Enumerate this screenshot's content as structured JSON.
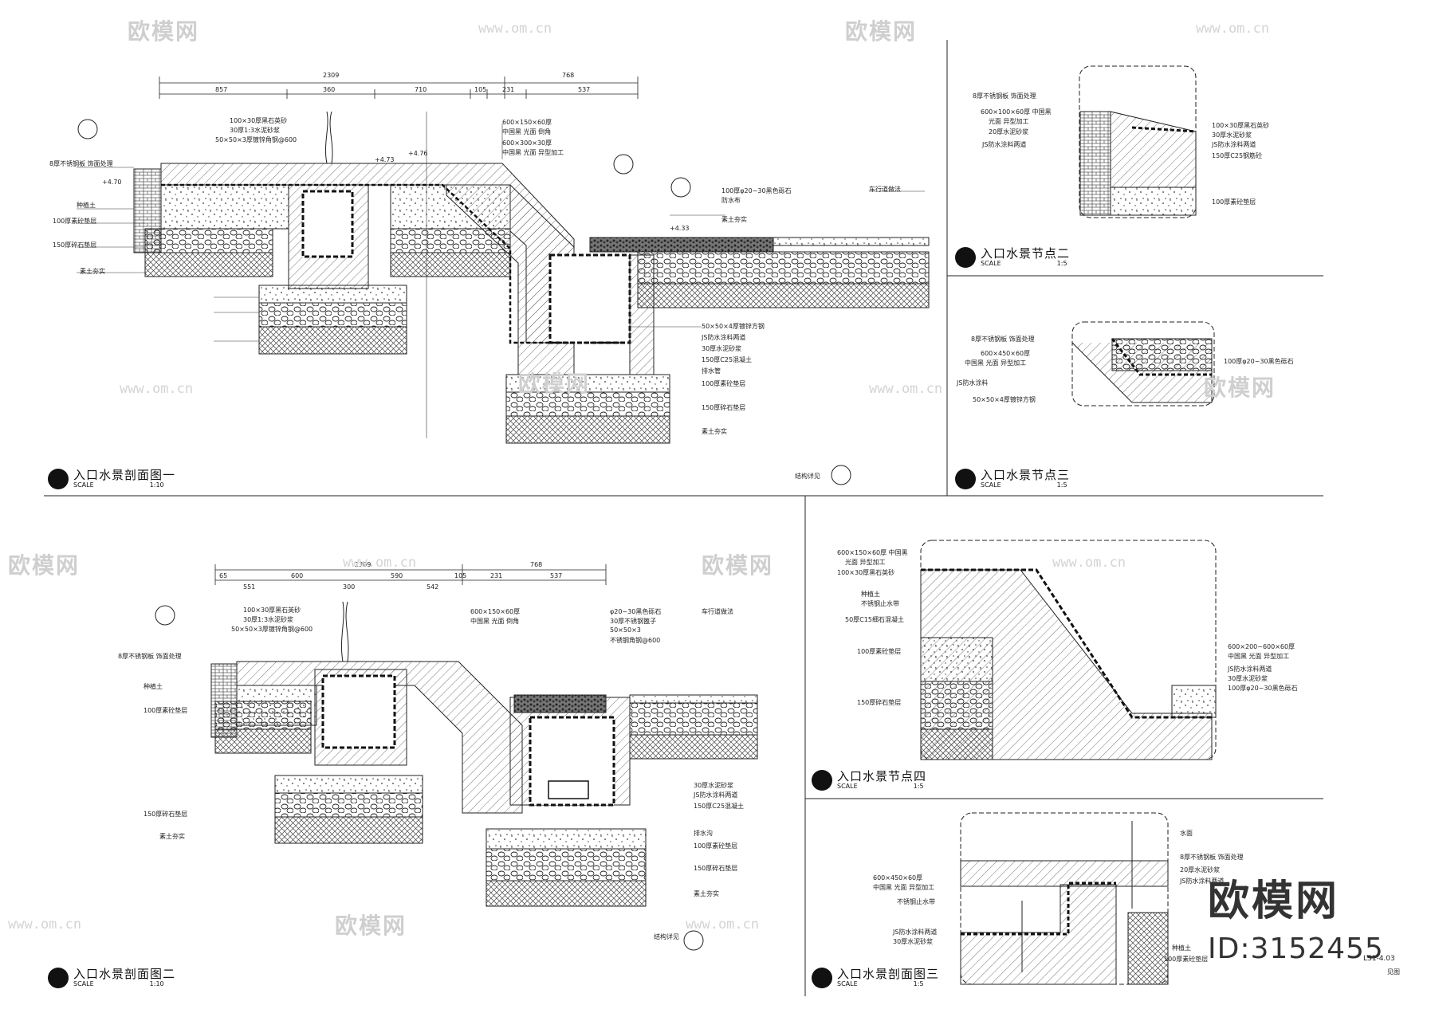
{
  "views": [
    {
      "name": "入口水景剖面图一",
      "scale_label": "SCALE",
      "scale": "1:10"
    },
    {
      "name": "入口水景节点二",
      "scale_label": "SCALE",
      "scale": "1:5"
    },
    {
      "name": "入口水景节点三",
      "scale_label": "SCALE",
      "scale": "1:5"
    },
    {
      "name": "入口水景剖面图二",
      "scale_label": "SCALE",
      "scale": "1:10"
    },
    {
      "name": "入口水景节点四",
      "scale_label": "SCALE",
      "scale": "1:5"
    },
    {
      "name": "入口水景剖面图三",
      "scale_label": "SCALE",
      "scale": "1:5"
    }
  ],
  "dimensions": {
    "s1_total": [
      "2309",
      "768"
    ],
    "s1_parts": [
      "857",
      "360",
      "710",
      "105",
      "231",
      "537"
    ],
    "s2_total": [
      "2309",
      "768"
    ],
    "s2_parts": [
      "65",
      "551",
      "600",
      "300",
      "590",
      "542",
      "105",
      "231",
      "537"
    ]
  },
  "elevations": [
    "+4.70",
    "+4.73",
    "+4.76",
    "+4.33"
  ],
  "labels": {
    "s1": [
      "100×30厚黑石英砂",
      "30厚1:3水泥砂浆",
      "50×50×3厚镀锌角钢@600",
      "8厚不锈钢板 饰面处理",
      "种植土",
      "100厚素砼垫层",
      "150厚碎石垫层",
      "素土夯实",
      "600×150×60厚",
      "中国黑 光面 倒角",
      "600×300×30厚",
      "中国黑 光面 异型加工",
      "100厚φ20~30黑色砾石",
      "防水布",
      "素土夯实",
      "车行道做法",
      "50×50×4厚镀锌方钢",
      "JS防水涂料两道",
      "30厚水泥砂浆",
      "150厚C25混凝土",
      "排水管",
      "100厚素砼垫层",
      "150厚碎石垫层",
      "素土夯实",
      "结构详见"
    ],
    "s2": [
      "100×30厚黑石英砂",
      "30厚1:3水泥砂浆",
      "50×50×3厚镀锌角钢@600",
      "8厚不锈钢板 饰面处理",
      "种植土",
      "100厚素砼垫层",
      "150厚碎石垫层",
      "素土夯实",
      "600×150×60厚",
      "中国黑 光面 倒角",
      "φ20~30黑色砾石",
      "30厚不锈钢篦子",
      "50×50×3",
      "不锈钢角钢@600",
      "车行道做法",
      "30厚水泥砂浆",
      "JS防水涂料两道",
      "150厚C25混凝土",
      "排水沟",
      "100厚素砼垫层",
      "150厚碎石垫层",
      "素土夯实",
      "结构详见"
    ],
    "n2": [
      "8厚不锈钢板 饰面处理",
      "600×100×60厚 中国黑",
      "光面 异型加工",
      "20厚水泥砂浆",
      "JS防水涂料两道",
      "100×30厚黑石英砂",
      "30厚水泥砂浆",
      "JS防水涂料两道",
      "150厚C25钢筋砼",
      "100厚素砼垫层"
    ],
    "n3": [
      "8厚不锈钢板 饰面处理",
      "600×450×60厚",
      "中国黑 光面 异型加工",
      "JS防水涂料",
      "100厚φ20~30黑色砾石",
      "50×50×4厚镀锌方钢"
    ],
    "n4": [
      "600×150×60厚 中国黑",
      "光面 异型加工",
      "100×30厚黑石英砂",
      "种植土",
      "不锈钢止水带",
      "50厚C15细石混凝土",
      "100厚素砼垫层",
      "150厚碎石垫层",
      "600×200~600×60厚",
      "中国黑 光面 异型加工",
      "JS防水涂料两道",
      "30厚水泥砂浆",
      "100厚φ20~30黑色砾石"
    ],
    "s3": [
      "水面",
      "8厚不锈钢板 饰面处理",
      "20厚水泥砂浆",
      "JS防水涂料两道",
      "600×450×60厚",
      "中国黑 光面 异型加工",
      "不锈钢止水带",
      "JS防水涂料两道",
      "30厚水泥砂浆",
      "种植土",
      "100厚素砼垫层"
    ]
  },
  "watermarks": {
    "logo_text": "欧模网",
    "url": "www.om.cn",
    "big_mark": "欧模网",
    "id": "ID:3152455"
  },
  "sheet_no": "LS1-4.03",
  "sheet_note": "见图"
}
